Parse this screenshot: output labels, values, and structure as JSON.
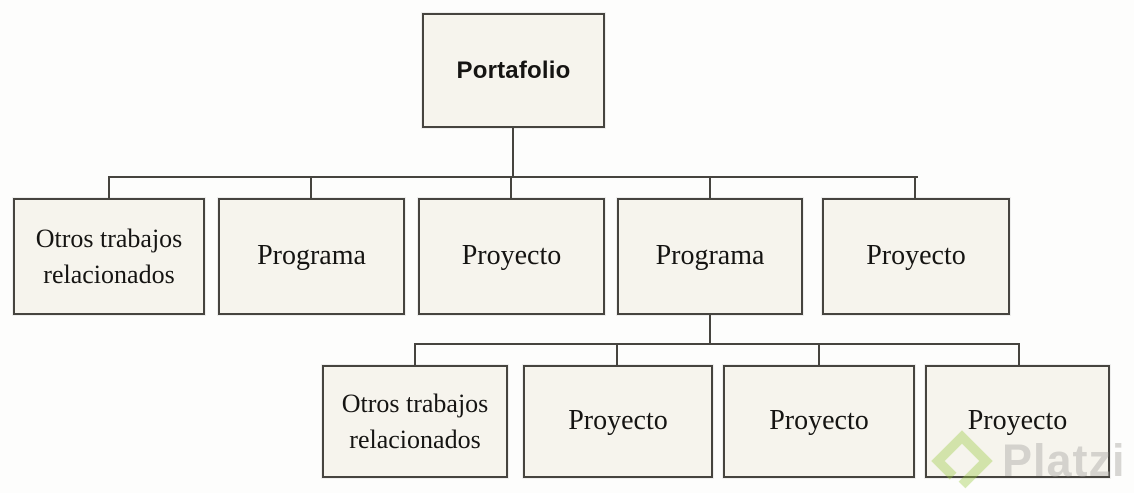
{
  "diagram": {
    "root": {
      "label": "Portafolio"
    },
    "level2": [
      {
        "label": "Otros trabajos relacionados"
      },
      {
        "label": "Programa"
      },
      {
        "label": "Proyecto"
      },
      {
        "label": "Programa"
      },
      {
        "label": "Proyecto"
      }
    ],
    "level3": [
      {
        "label": "Otros trabajos relacionados"
      },
      {
        "label": "Proyecto"
      },
      {
        "label": "Proyecto"
      },
      {
        "label": "Proyecto"
      }
    ]
  },
  "watermark": {
    "brand": "Platzi",
    "logo_icon": "platzi-diamond-icon",
    "logo_color": "#98ca3f",
    "text_color": "#b9b8b3"
  },
  "colors": {
    "background": "#fdfdfc",
    "box_fill": "#f6f4ed",
    "box_border": "#46443f",
    "connector": "#46443f",
    "text": "#151412"
  }
}
